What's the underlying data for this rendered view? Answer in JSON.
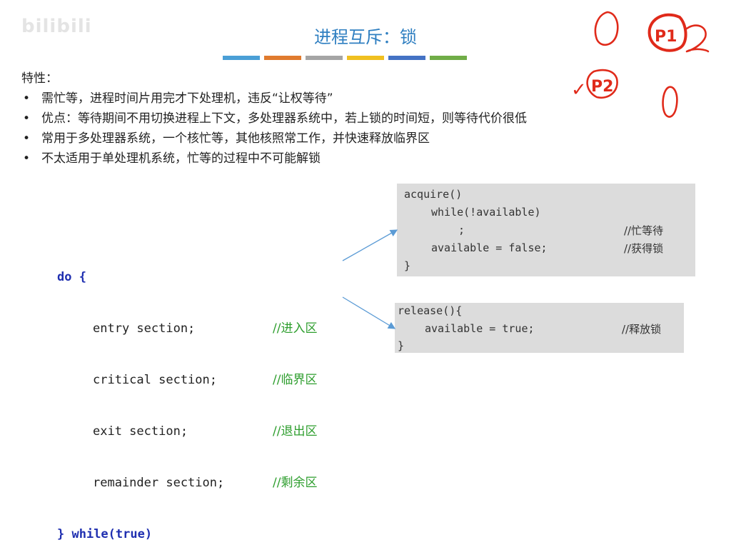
{
  "watermark": "bilibili",
  "title": "进程互斥：锁",
  "color_bars": [
    "#4a9fd6",
    "#e07b2e",
    "#a5a5a5",
    "#f0c020",
    "#4472c4",
    "#70ad47"
  ],
  "features": {
    "heading": "特性：",
    "bullet": "•",
    "items": [
      "需忙等，进程时间片用完才下处理机，违反“让权等待”",
      "优点：等待期间不用切换进程上下文，多处理器系统中，若上锁的时间短，则等待代价很低",
      "常用于多处理器系统，一个核忙等，其他核照常工作，并快速释放临界区",
      "不太适用于单处理机系统，忙等的过程中不可能解锁"
    ]
  },
  "loop_code": {
    "do_kw": "do",
    "open_brace": " {",
    "close_brace": "} ",
    "while_kw": "while",
    "cond": "(true)",
    "lines": [
      {
        "code": "entry section;",
        "comment": "//进入区"
      },
      {
        "code": "critical section;",
        "comment": "//临界区"
      },
      {
        "code": "exit section;",
        "comment": "//退出区"
      },
      {
        "code": "remainder section;",
        "comment": "//剩余区"
      }
    ]
  },
  "acquire_box": {
    "line1": "acquire()",
    "line2": "while(!available)",
    "line3": ";",
    "line3_comment": "//忙等待",
    "line4": "available = false;",
    "line4_comment": "//获得锁",
    "line5": "}"
  },
  "release_box": {
    "line1": "release(){",
    "line2": "available = true;",
    "line2_comment": "//释放锁",
    "line3": "}"
  },
  "annotations": {
    "p1": "P1",
    "p2": "P2",
    "check": "✓",
    "ink_color": "#e02a1a"
  }
}
